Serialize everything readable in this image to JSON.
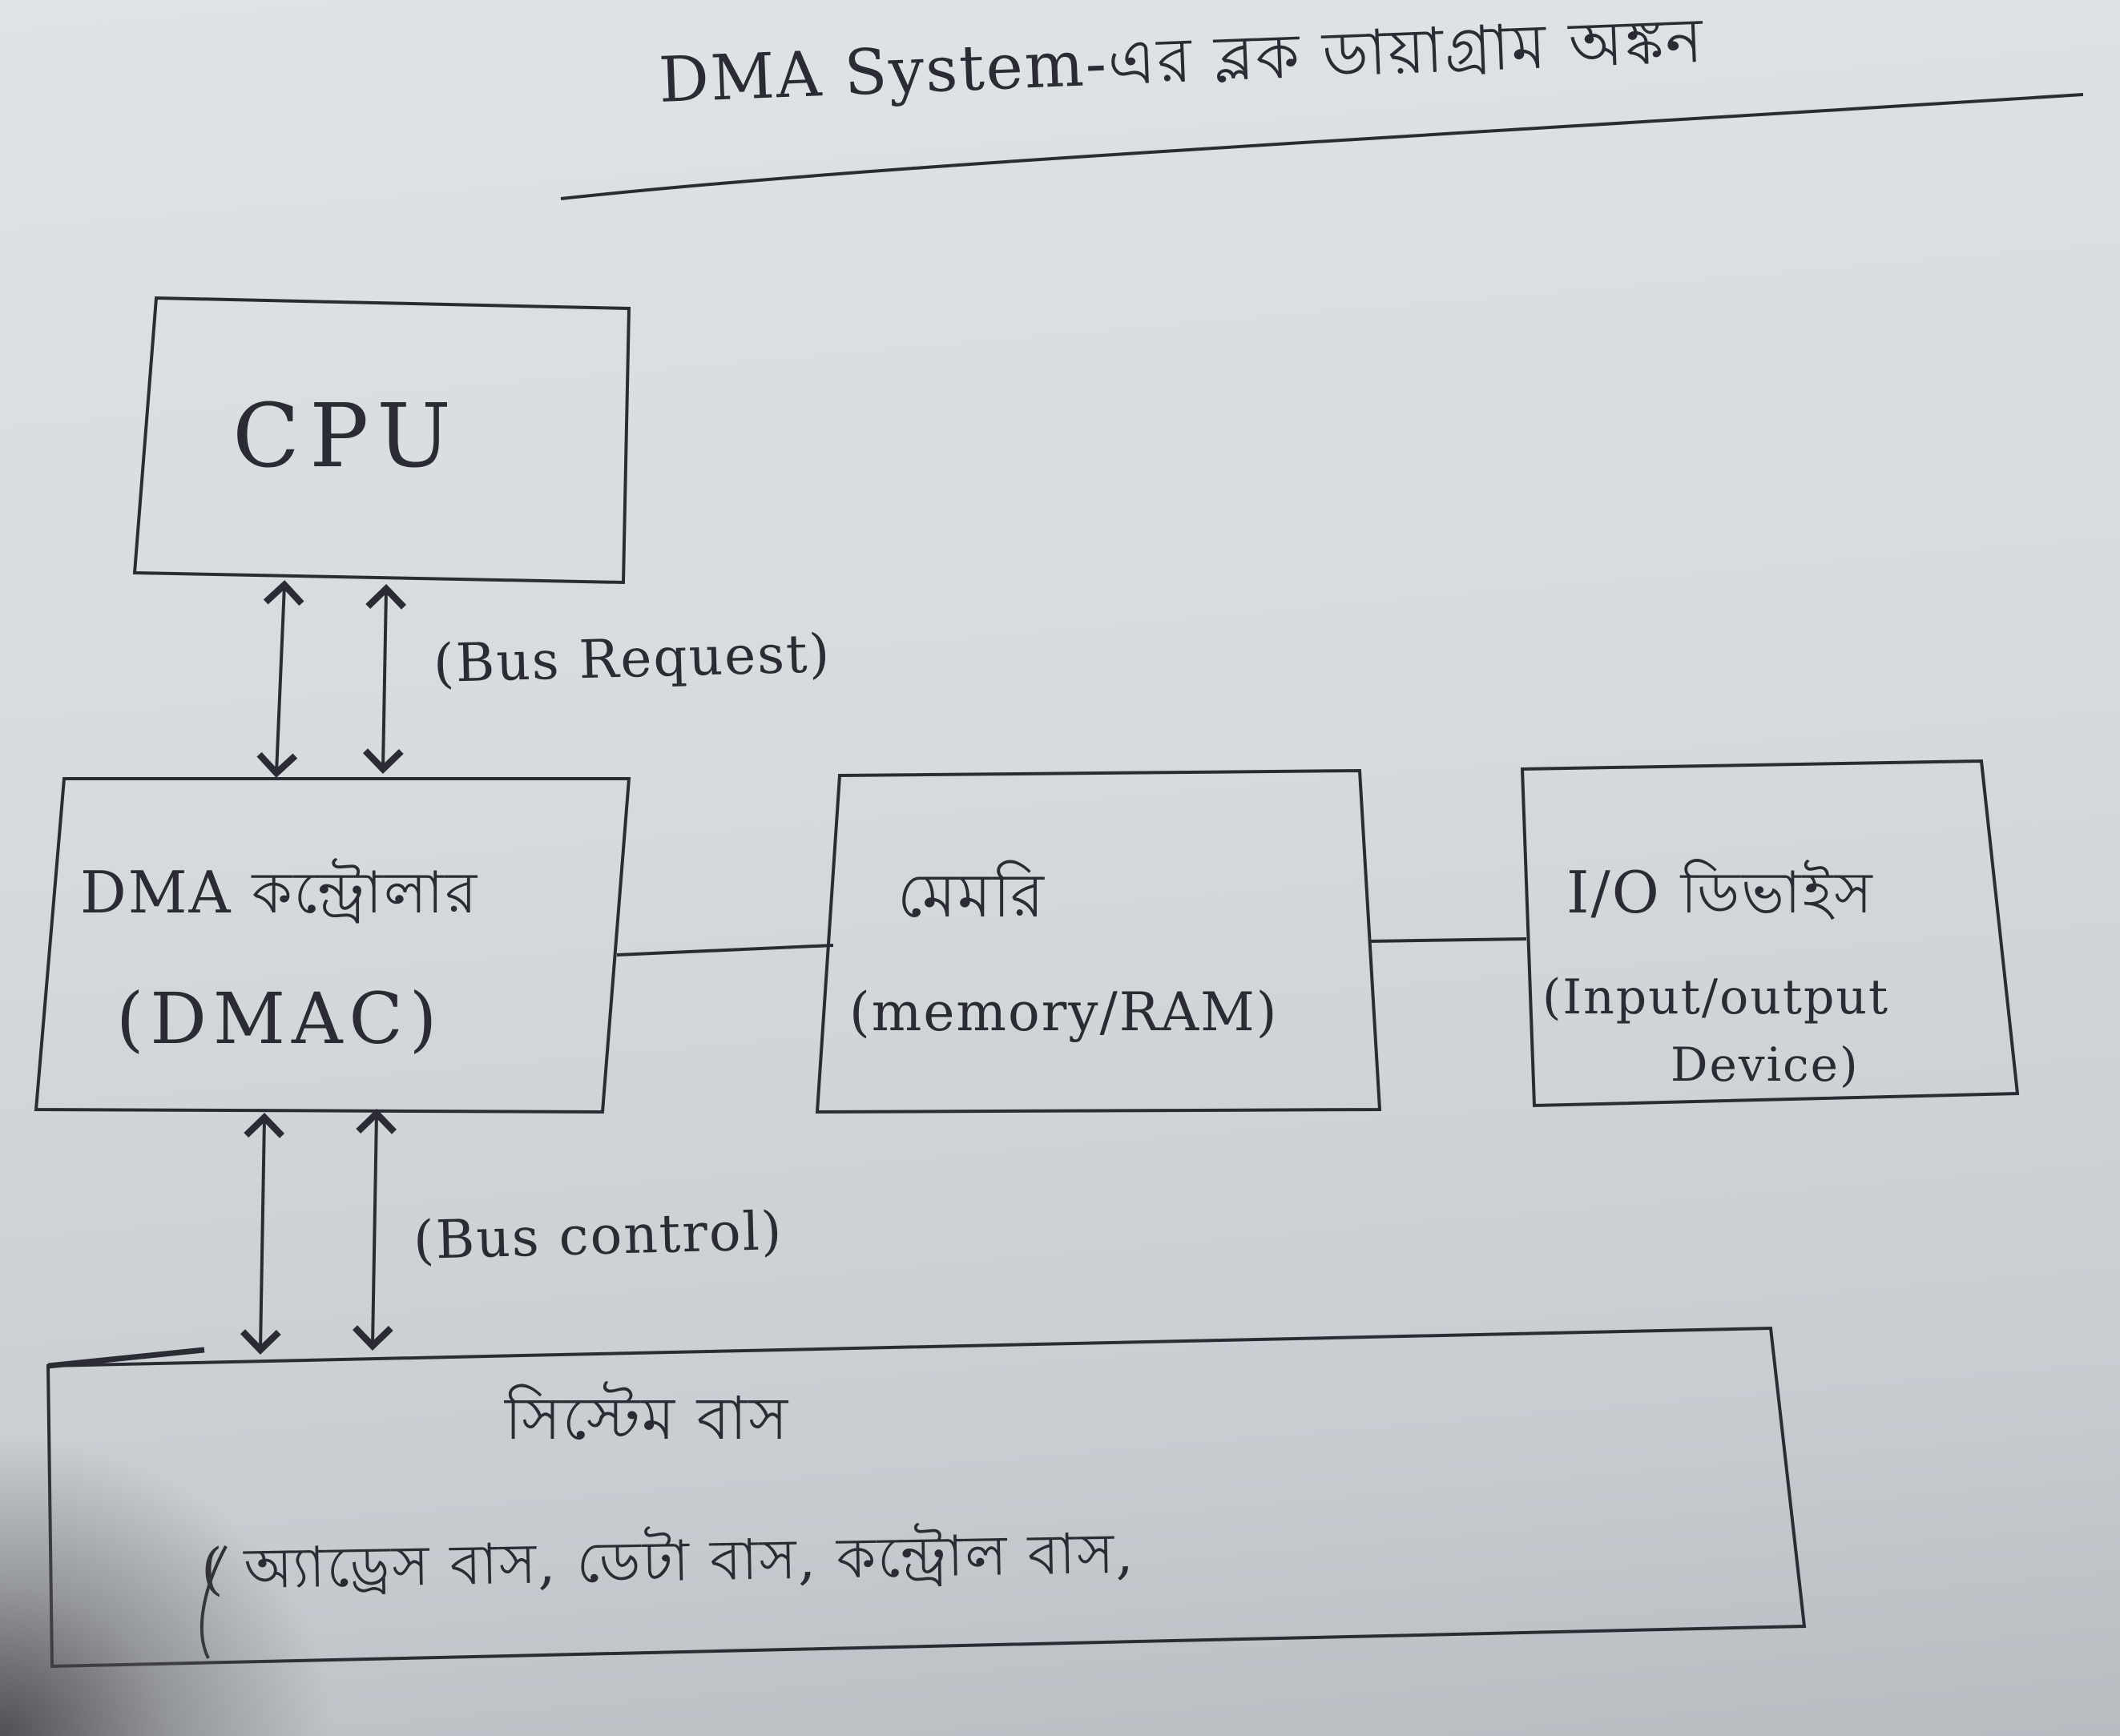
{
  "page": {
    "title": "DMA System-এর ব্লক ডায়াগ্রাম অঙ্কন"
  },
  "blocks": {
    "cpu": {
      "label": "CPU"
    },
    "dmac": {
      "line1": "DMA কন্ট্রোলার",
      "line2": "(DMAC)"
    },
    "memory": {
      "line1": "মেমরি",
      "line2": "(memory/RAM)"
    },
    "io": {
      "line1": "I/O ডিভাইস",
      "line2": "(Input/output",
      "line3": "Device)"
    },
    "system_bus": {
      "line1": "সিস্টেম বাস",
      "line2": "( অ্যাড্রেস বাস,  ডেটা বাস,  কন্ট্রোল বাস,"
    }
  },
  "connections": {
    "cpu_dmac_label": "(Bus Request)",
    "dmac_bus_label": "(Bus control)"
  },
  "colors": {
    "paper": "#d6dade",
    "ink": "#2b2c33"
  }
}
